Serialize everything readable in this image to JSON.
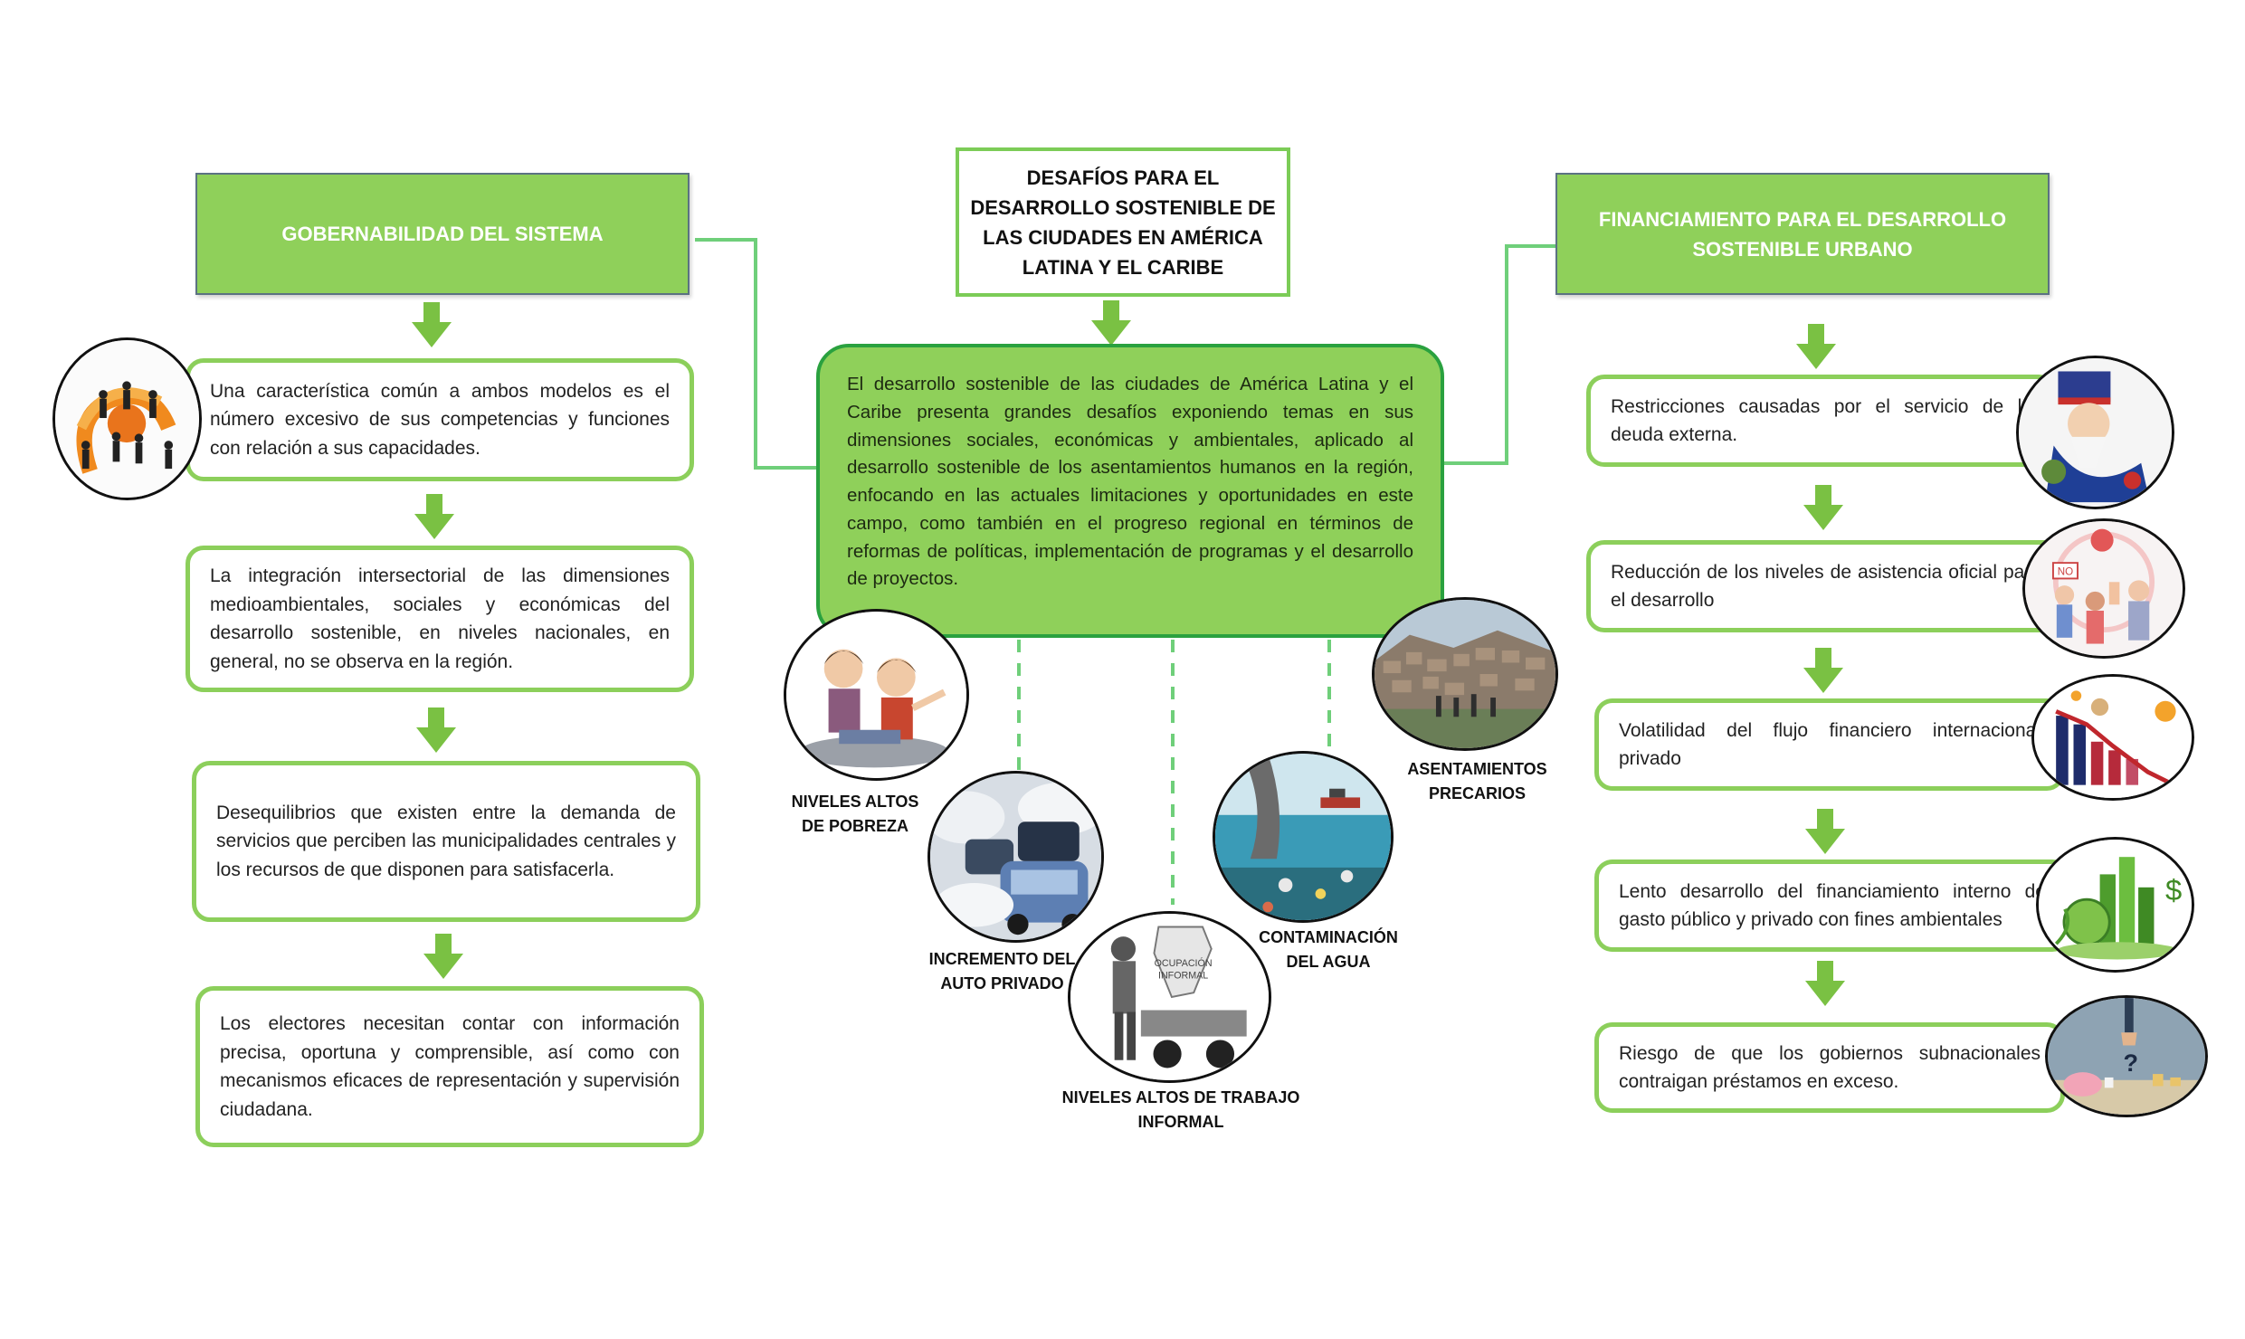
{
  "center_title": [
    "DESAFÍOS PARA EL",
    "DESARROLLO SOSTENIBLE DE",
    "LAS CIUDADES EN AMÉRICA",
    "LATINA Y EL CARIBE"
  ],
  "center_text": "El desarrollo sostenible de las ciudades de América Latina y el Caribe presenta grandes desafíos exponiendo temas en sus dimensiones sociales, económicas y ambientales, aplicado al desarrollo sostenible de los asentamientos humanos en la región, enfocando en las actuales limitaciones y oportunidades en este campo, como también en el progreso regional en términos de reformas de políticas, implementación de programas y el desarrollo de proyectos.",
  "left": {
    "header": "GOBERNABILIDAD DEL SISTEMA",
    "items": [
      "Una característica común a ambos modelos es el número excesivo de sus competencias y funciones con relación a sus capacidades.",
      "La integración intersectorial de las dimensiones medioambientales, sociales y económicas del desarrollo sostenible, en niveles nacionales, en general, no se observa en la región.",
      "Desequilibrios que existen entre la demanda de servicios que perciben las municipalidades centrales y los recursos de que disponen para satisfacerla.",
      "Los electores necesitan contar con información precisa, oportuna y comprensible, así como con mecanismos eficaces de representación y supervisión ciudadana."
    ]
  },
  "right": {
    "header": [
      "FINANCIAMIENTO PARA EL DESARROLLO",
      "SOSTENIBLE URBANO"
    ],
    "items": [
      "Restricciones causadas por el servicio de la deuda externa.",
      "Reducción de los niveles de asistencia oficial para el desarrollo",
      "Volatilidad del flujo financiero internacional privado",
      "Lento desarrollo del financiamiento interno de gasto público y privado con fines ambientales",
      "Riesgo de que los gobiernos subnacionales contraigan préstamos en exceso."
    ]
  },
  "challenges": [
    {
      "line1": "NIVELES ALTOS",
      "line2": "DE POBREZA"
    },
    {
      "line1": "INCREMENTO DEL",
      "line2": "AUTO PRIVADO"
    },
    {
      "line1": "NIVELES ALTOS DE TRABAJO",
      "line2": "INFORMAL"
    },
    {
      "line1": "CONTAMINACIÓN",
      "line2": "DEL AGUA"
    },
    {
      "line1": "ASENTAMIENTOS",
      "line2": "PRECARIOS"
    }
  ],
  "image_signs": {
    "informal_sign": [
      "OCUPACIÓN",
      "INFORMAL"
    ],
    "aid_sign": "NO"
  },
  "colors": {
    "green_fill": "#8fd05a",
    "green_border": "#8ccf5b",
    "dark_green": "#2aa13f",
    "arrow": "#7ac143"
  }
}
